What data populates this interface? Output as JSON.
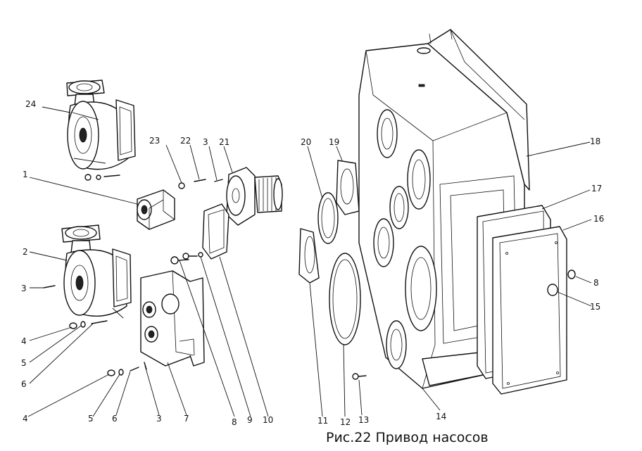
{
  "caption": "Рис.22 Привод насосов",
  "callouts": [
    {
      "id": "c24",
      "text": "24"
    },
    {
      "id": "c1",
      "text": "1"
    },
    {
      "id": "c2",
      "text": "2"
    },
    {
      "id": "c3a",
      "text": "3"
    },
    {
      "id": "c4a",
      "text": "4"
    },
    {
      "id": "c5a",
      "text": "5"
    },
    {
      "id": "c6a",
      "text": "6"
    },
    {
      "id": "c4b",
      "text": "4"
    },
    {
      "id": "c5b",
      "text": "5"
    },
    {
      "id": "c6b",
      "text": "6"
    },
    {
      "id": "c3b",
      "text": "3"
    },
    {
      "id": "c7",
      "text": "7"
    },
    {
      "id": "c23",
      "text": "23"
    },
    {
      "id": "c22",
      "text": "22"
    },
    {
      "id": "c3c",
      "text": "3"
    },
    {
      "id": "c21",
      "text": "21"
    },
    {
      "id": "c8a",
      "text": "8"
    },
    {
      "id": "c9",
      "text": "9"
    },
    {
      "id": "c10",
      "text": "10"
    },
    {
      "id": "c20",
      "text": "20"
    },
    {
      "id": "c19",
      "text": "19"
    },
    {
      "id": "c11",
      "text": "11"
    },
    {
      "id": "c12",
      "text": "12"
    },
    {
      "id": "c13",
      "text": "13"
    },
    {
      "id": "c14",
      "text": "14"
    },
    {
      "id": "c18",
      "text": "18"
    },
    {
      "id": "c17",
      "text": "17"
    },
    {
      "id": "c16",
      "text": "16"
    },
    {
      "id": "c8b",
      "text": "8"
    },
    {
      "id": "c15",
      "text": "15"
    }
  ]
}
